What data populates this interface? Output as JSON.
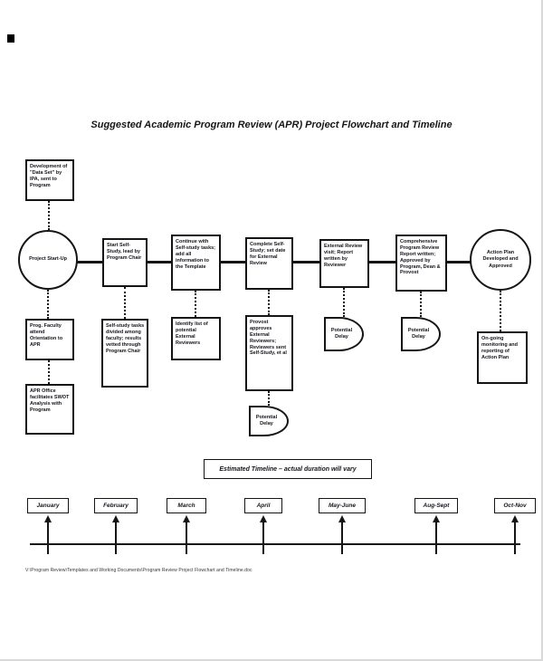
{
  "page": {
    "title": "Suggested Academic Program Review (APR) Project Flowchart and Timeline",
    "footer_path": "V:\\Program Review\\Templates and Working Documents\\Program Review Project Flowchart and Timeline.doc"
  },
  "flowchart": {
    "pre_step": "Development of \"Data Set\" by IPA, sent to Program",
    "start_circle": "Project Start-Up",
    "steps": [
      "Start Self-Study, lead by Program Chair",
      "Continue with Self-study tasks; add all information to the Template",
      "Complete Self-Study; set date for External Review",
      "External Review visit; Report written by Reviewer",
      "Comprehensive Program Review Report written; Approved by Program, Dean & Provost"
    ],
    "end_circle": "Action Plan Developed and Approved",
    "sub_steps": {
      "orientation": "Prog. Faculty attend Orientation to APR",
      "swot": "APR Office facilitates SWOT Analysis with Program",
      "tasks_divided": "Self-study tasks divided among faculty; results vetted through Program Chair",
      "identify_reviewers": "Identify list of potential External Reviewers",
      "provost_approves": "Provost approves External Reviewers; Reviewers sent Self-Study, et al",
      "ongoing_monitoring": "On-going monitoring and reporting of Action Plan"
    },
    "delay_label": "Potential Delay"
  },
  "timeline": {
    "label": "Estimated Timeline – actual duration will vary",
    "months": [
      "January",
      "February",
      "March",
      "April",
      "May-June",
      "Aug-Sept",
      "Oct-Nov"
    ]
  }
}
